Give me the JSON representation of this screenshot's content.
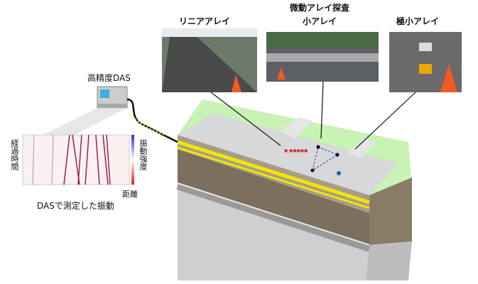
{
  "labels": {
    "linear_array": "リニアアレイ",
    "microtremor_survey": "微動アレイ探査",
    "small_array": "小アレイ",
    "tiny_array": "極小アレイ",
    "das_device": "高精度DAS",
    "elapsed_time": "経過時間",
    "vibration_intensity": "振動強度",
    "distance": "距離",
    "das_caption": "DASで測定した振動"
  },
  "colors": {
    "fiber": "#f2e600",
    "road": "#d6d8da",
    "grass": "#b8f0a0",
    "soil": "#8a7a66",
    "gravel": "#c8c8c8"
  }
}
